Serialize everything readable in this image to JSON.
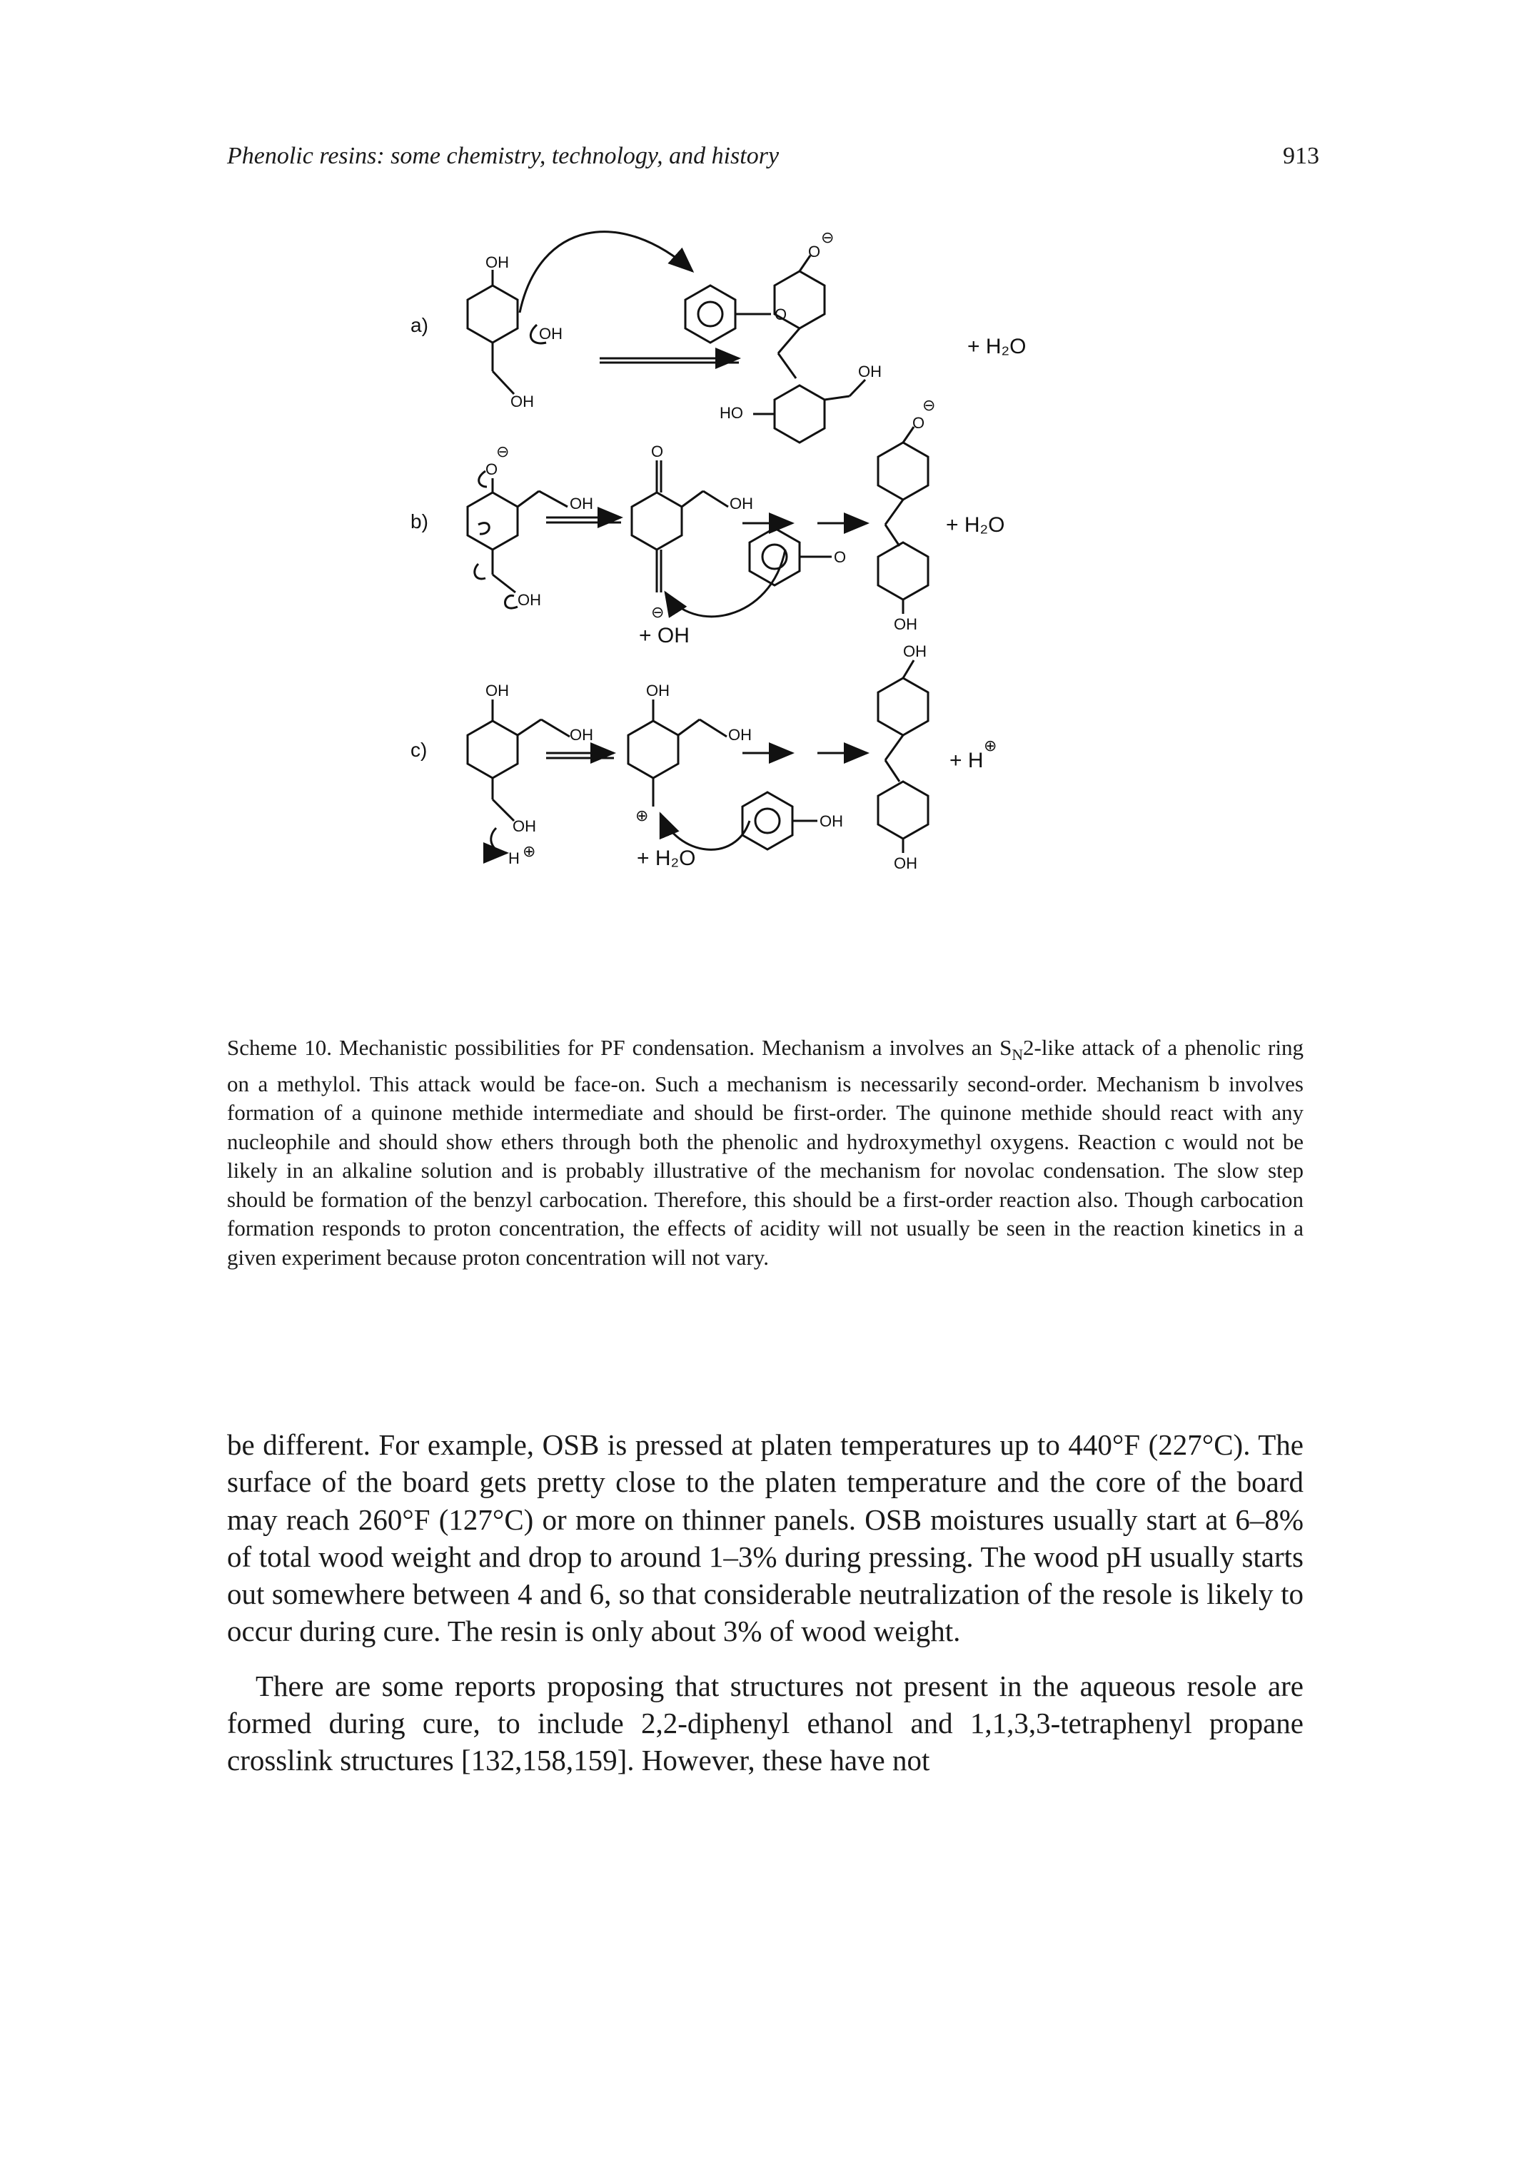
{
  "header": {
    "running_title": "Phenolic resins: some chemistry, technology, and history",
    "page_number": "913"
  },
  "scheme": {
    "labels": {
      "a": "a)",
      "b": "b)",
      "c": "c)"
    },
    "oh": "OH",
    "ho": "HO",
    "o": "O",
    "minus": "⊖",
    "plus": "⊕",
    "h": "H",
    "plus_h2o": "+ H₂O",
    "plus_oh": "+ OH",
    "plus_h": "+ H"
  },
  "caption": {
    "lead": "Scheme 10. Mechanistic possibilities for PF condensation. Mechanism a involves an S",
    "subscript": "N",
    "rest": "2-like attack of a phenolic ring on a methylol. This attack would be face-on. Such a mechanism is necessarily second-order. Mechanism b involves formation of a quinone methide intermediate and should be first-order. The quinone methide should react with any nucleophile and should show ethers through both the phenolic and hydroxymethyl oxygens. Reaction c would not be likely in an alkaline solution and is probably illustrative of the mechanism for novolac condensation. The slow step should be formation of the benzyl carbocation. Therefore, this should be a first-order reaction also. Though carbocation formation responds to proton concentration, the effects of acidity will not usually be seen in the reaction kinetics in a given experiment because proton concentration will not vary."
  },
  "body": {
    "paragraph_1": "be different. For example, OSB is pressed at platen temperatures up to 440°F (227°C). The surface of the board gets pretty close to the platen temperature and the core of the board may reach 260°F (127°C) or more on thinner panels. OSB moistures usually start at 6–8% of total wood weight and drop to around 1–3% during pressing. The wood pH usually starts out somewhere between 4 and 6, so that considerable neutralization of the resole is likely to occur during cure. The resin is only about 3% of wood weight.",
    "paragraph_2": "There are some reports proposing that structures not present in the aqueous resole are formed during cure, to include 2,2-diphenyl ethanol and 1,1,3,3-tetraphenyl propane crosslink structures [132,158,159]. However, these have not"
  }
}
